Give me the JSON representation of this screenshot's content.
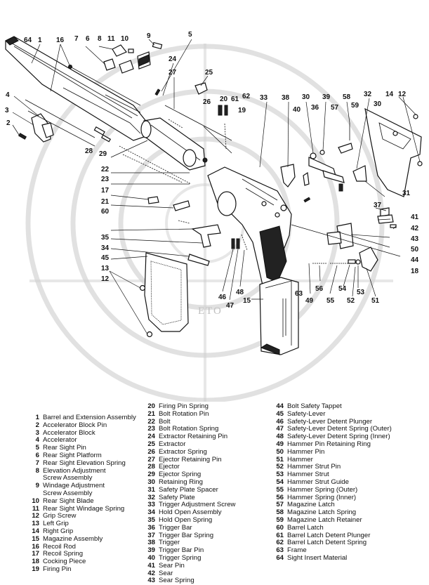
{
  "callouts": [
    {
      "n": "64"
    },
    {
      "n": "1"
    },
    {
      "n": "16"
    },
    {
      "n": "7"
    },
    {
      "n": "6"
    },
    {
      "n": "8"
    },
    {
      "n": "11"
    },
    {
      "n": "10"
    },
    {
      "n": "9"
    },
    {
      "n": "5"
    },
    {
      "n": "24"
    },
    {
      "n": "27"
    },
    {
      "n": "25"
    },
    {
      "n": "26"
    },
    {
      "n": "20"
    },
    {
      "n": "61"
    },
    {
      "n": "62"
    },
    {
      "n": "19"
    },
    {
      "n": "33"
    },
    {
      "n": "38"
    },
    {
      "n": "30"
    },
    {
      "n": "39"
    },
    {
      "n": "58"
    },
    {
      "n": "32"
    },
    {
      "n": "14"
    },
    {
      "n": "12"
    },
    {
      "n": "40"
    },
    {
      "n": "36"
    },
    {
      "n": "57"
    },
    {
      "n": "59"
    },
    {
      "n": "30"
    },
    {
      "n": "4"
    },
    {
      "n": "3"
    },
    {
      "n": "2"
    },
    {
      "n": "28"
    },
    {
      "n": "29"
    },
    {
      "n": "22"
    },
    {
      "n": "23"
    },
    {
      "n": "17"
    },
    {
      "n": "21"
    },
    {
      "n": "60"
    },
    {
      "n": "35"
    },
    {
      "n": "34"
    },
    {
      "n": "45"
    },
    {
      "n": "13"
    },
    {
      "n": "12"
    },
    {
      "n": "31"
    },
    {
      "n": "37"
    },
    {
      "n": "41"
    },
    {
      "n": "42"
    },
    {
      "n": "43"
    },
    {
      "n": "50"
    },
    {
      "n": "44"
    },
    {
      "n": "18"
    },
    {
      "n": "46"
    },
    {
      "n": "47"
    },
    {
      "n": "48"
    },
    {
      "n": "15"
    },
    {
      "n": "63"
    },
    {
      "n": "49"
    },
    {
      "n": "56"
    },
    {
      "n": "55"
    },
    {
      "n": "54"
    },
    {
      "n": "53"
    },
    {
      "n": "52"
    },
    {
      "n": "51"
    }
  ],
  "parts": [
    {
      "n": "1",
      "name": "Barrel and Extension Assembly"
    },
    {
      "n": "2",
      "name": "Accelerator Block Pin"
    },
    {
      "n": "3",
      "name": "Accelerator Block"
    },
    {
      "n": "4",
      "name": "Accelerator"
    },
    {
      "n": "5",
      "name": "Rear Sight Pin"
    },
    {
      "n": "6",
      "name": "Rear Sight Platform"
    },
    {
      "n": "7",
      "name": "Rear Sight Elevation Spring"
    },
    {
      "n": "8",
      "name": "Elevation Adjustment"
    },
    {
      "n": "",
      "name": "Screw Assembly"
    },
    {
      "n": "9",
      "name": "Windage Adjustment"
    },
    {
      "n": "",
      "name": "Screw Assembly"
    },
    {
      "n": "10",
      "name": "Rear Sight Blade"
    },
    {
      "n": "11",
      "name": "Rear Sight Windage Spring"
    },
    {
      "n": "12",
      "name": "Grip Screw"
    },
    {
      "n": "13",
      "name": "Left Grip"
    },
    {
      "n": "14",
      "name": "Right Grip"
    },
    {
      "n": "15",
      "name": "Magazine Assembly"
    },
    {
      "n": "16",
      "name": "Recoil Rod"
    },
    {
      "n": "17",
      "name": "Recoil Spring"
    },
    {
      "n": "18",
      "name": "Cocking Piece"
    },
    {
      "n": "19",
      "name": "Firing Pin"
    },
    {
      "n": "20",
      "name": "Firing Pin Spring"
    },
    {
      "n": "21",
      "name": "Bolt Rotation Pin"
    },
    {
      "n": "22",
      "name": "Bolt"
    },
    {
      "n": "23",
      "name": "Bolt Rotation Spring"
    },
    {
      "n": "24",
      "name": "Extractor Retaining Pin"
    },
    {
      "n": "25",
      "name": "Extractor"
    },
    {
      "n": "26",
      "name": "Extractor Spring"
    },
    {
      "n": "27",
      "name": "Ejector Retaining Pin"
    },
    {
      "n": "28",
      "name": "Ejector"
    },
    {
      "n": "29",
      "name": "Ejector Spring"
    },
    {
      "n": "30",
      "name": "Retaining Ring"
    },
    {
      "n": "31",
      "name": "Safety Plate Spacer"
    },
    {
      "n": "32",
      "name": "Safety Plate"
    },
    {
      "n": "33",
      "name": "Trigger Adjustment Screw"
    },
    {
      "n": "34",
      "name": "Hold Open Assembly"
    },
    {
      "n": "35",
      "name": "Hold Open Spring"
    },
    {
      "n": "36",
      "name": "Trigger Bar"
    },
    {
      "n": "37",
      "name": "Trigger Bar Spring"
    },
    {
      "n": "38",
      "name": "Trigger"
    },
    {
      "n": "39",
      "name": "Trigger Bar Pin"
    },
    {
      "n": "40",
      "name": "Trigger Spring"
    },
    {
      "n": "41",
      "name": "Sear Pin"
    },
    {
      "n": "42",
      "name": "Sear"
    },
    {
      "n": "43",
      "name": "Sear Spring"
    },
    {
      "n": "44",
      "name": "Bolt Safety Tappet"
    },
    {
      "n": "45",
      "name": "Safety-Lever"
    },
    {
      "n": "46",
      "name": "Safety-Lever Detent Plunger"
    },
    {
      "n": "47",
      "name": "Safety-Lever Detent Spring (Outer)"
    },
    {
      "n": "48",
      "name": "Safety-Lever Detent Spring (Inner)"
    },
    {
      "n": "49",
      "name": "Hammer Pin Retaining Ring"
    },
    {
      "n": "50",
      "name": "Hammer Pin"
    },
    {
      "n": "51",
      "name": "Hammer"
    },
    {
      "n": "52",
      "name": "Hammer Strut Pin"
    },
    {
      "n": "53",
      "name": "Hammer Strut"
    },
    {
      "n": "54",
      "name": "Hammer Strut Guide"
    },
    {
      "n": "55",
      "name": "Hammer Spring (Outer)"
    },
    {
      "n": "56",
      "name": "Hammer Spring (Inner)"
    },
    {
      "n": "57",
      "name": "Magazine Latch"
    },
    {
      "n": "58",
      "name": "Magazine Latch Spring"
    },
    {
      "n": "59",
      "name": "Magazine Latch Retainer"
    },
    {
      "n": "60",
      "name": "Barrel Latch"
    },
    {
      "n": "61",
      "name": "Barrel Latch Detent Plunger"
    },
    {
      "n": "62",
      "name": "Barrel Latch Detent Spring"
    },
    {
      "n": "63",
      "name": "Frame"
    },
    {
      "n": "64",
      "name": "Sight Insert Material"
    }
  ],
  "watermark": {
    "text": "ETO"
  }
}
